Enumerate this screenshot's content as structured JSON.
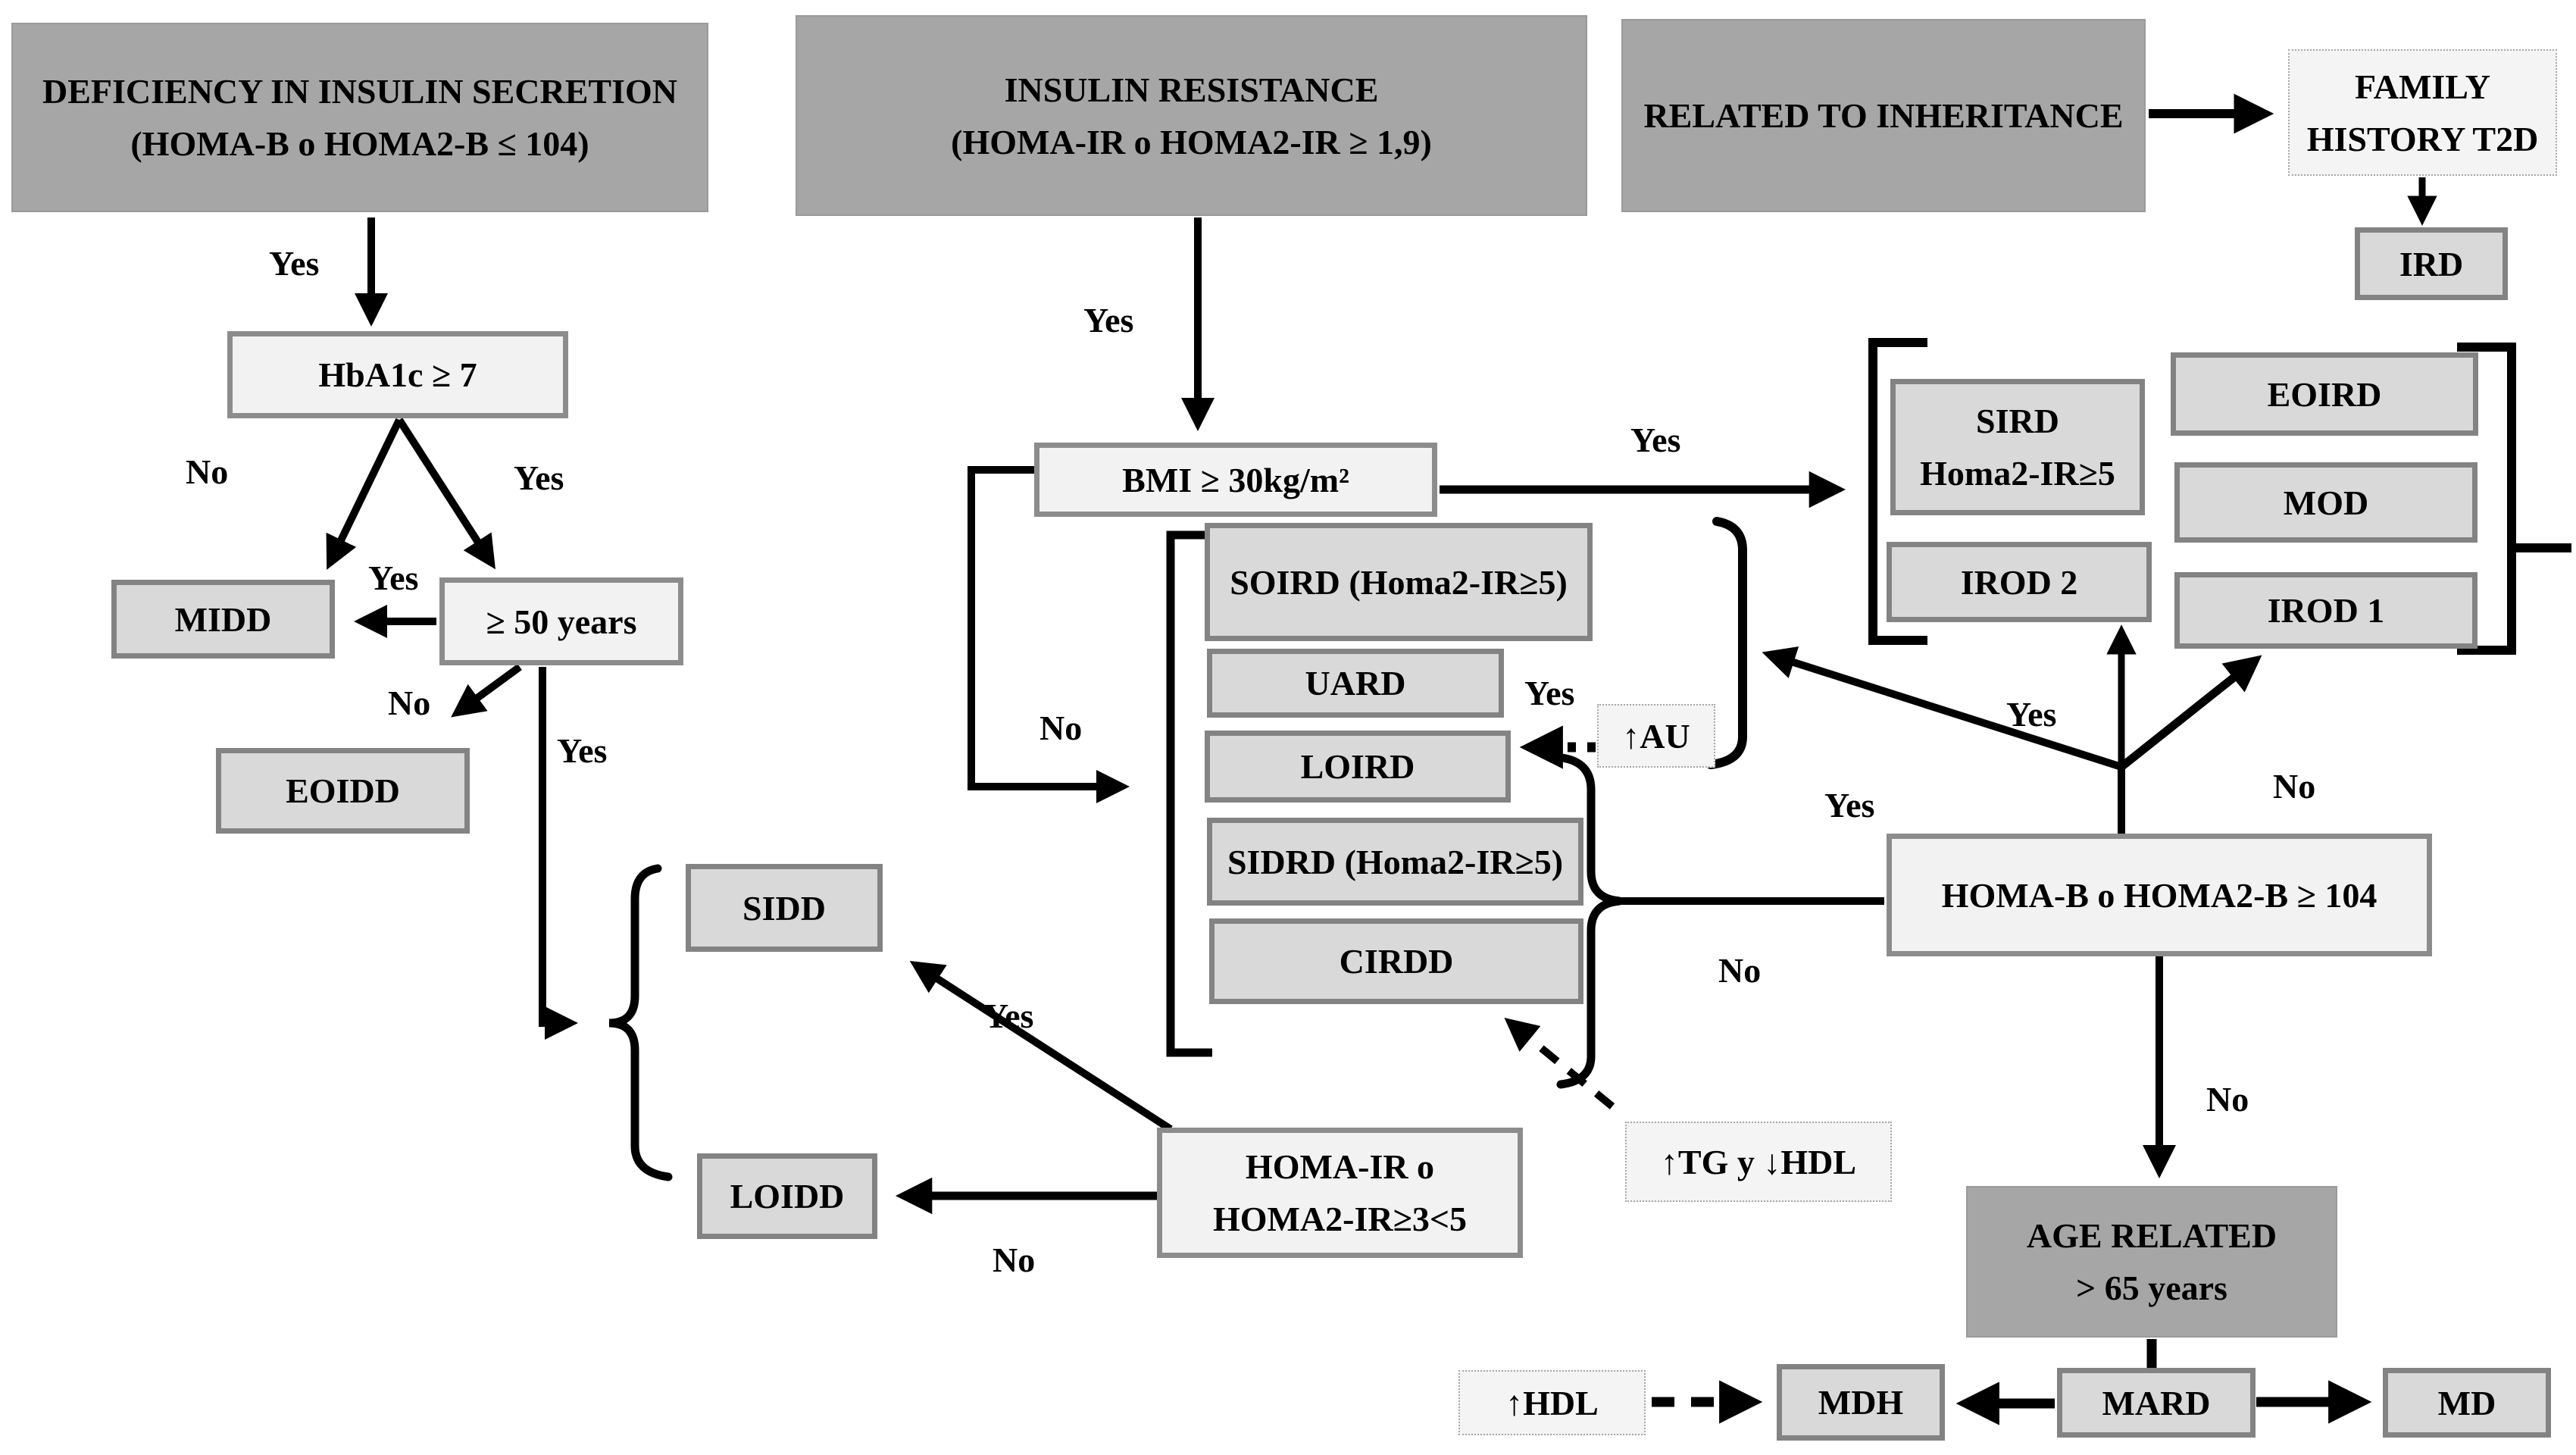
{
  "colors": {
    "header_bg": "#a6a6a6",
    "outcome_bg": "#d9d9d9",
    "decision_bg": "#f2f2f2",
    "border": "#838383",
    "line": "#000000"
  },
  "headers": {
    "deficiency": "DEFICIENCY IN INSULIN SECRETION\n(HOMA-B o HOMA2-B ≤ 104)",
    "resistance": "INSULIN RESISTANCE\n(HOMA-IR o HOMA2-IR ≥ 1,9)",
    "inheritance": "RELATED TO INHERITANCE",
    "age_related": "AGE RELATED\n> 65 years"
  },
  "decisions": {
    "family_history": "FAMILY\nHISTORY T2D",
    "hba1c": "HbA1c ≥ 7",
    "age50": "≥ 50 years",
    "bmi": "BMI ≥ 30kg/m²",
    "homa_ir_3_5": "HOMA-IR o\nHOMA2-IR≥3<5",
    "homa_b_104": "HOMA-B o HOMA2-B ≥ 104"
  },
  "markers": {
    "au": "↑AU",
    "tg_hdl": "↑TG y ↓HDL",
    "hdl": "↑HDL"
  },
  "outcomes": {
    "ird": "IRD",
    "midd": "MIDD",
    "eoidd": "EOIDD",
    "sidd": "SIDD",
    "loidd": "LOIDD",
    "soird": "SOIRD (Homa2-IR≥5)",
    "uard": "UARD",
    "loird": "LOIRD",
    "sidrd": "SIDRD (Homa2-IR≥5)",
    "cirdd": "CIRDD",
    "sird": "SIRD\nHoma2-IR≥5",
    "irod2": "IROD 2",
    "eoird": "EOIRD",
    "mod": "MOD",
    "irod1": "IROD 1",
    "mdh": "MDH",
    "mard": "MARD",
    "md": "MD"
  },
  "edge_labels": {
    "deficiency_yes": "Yes",
    "hba1c_no": "No",
    "hba1c_yes": "Yes",
    "age50_midd_yes": "Yes",
    "age50_no": "No",
    "age50_yes": "Yes",
    "resistance_yes": "Yes",
    "bmi_yes": "Yes",
    "bmi_no": "No",
    "homair_yes": "Yes",
    "homair_no": "No",
    "au_yes": "Yes",
    "homab_yes_left": "Yes",
    "homab_yes_mid": "Yes",
    "homab_no_right": "No",
    "homab_no_stack": "No",
    "homab_no_down": "No"
  }
}
